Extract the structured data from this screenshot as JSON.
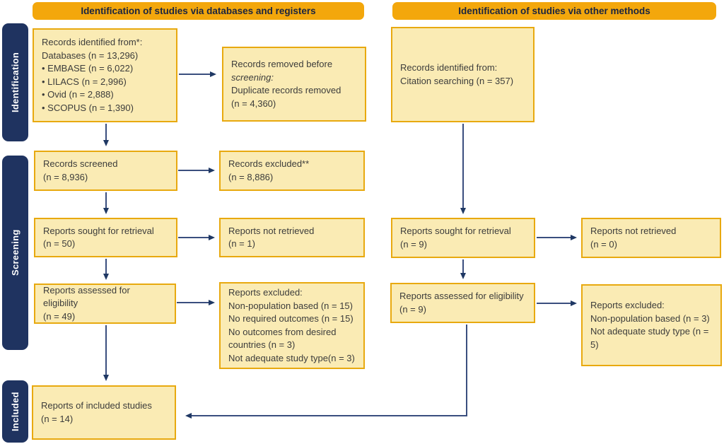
{
  "palette": {
    "header_bg": "#F3A70C",
    "box_bg": "#FAEBB4",
    "box_border": "#E8A90F",
    "sidebar_bg": "#1F3360",
    "arrow": "#3A4E7E",
    "arrowhead": "#1F3864",
    "box_text": "#3C3C3B",
    "header_text": "#1A2440"
  },
  "headers": {
    "left": "Identification of studies via databases and registers",
    "right": "Identification of studies via other methods"
  },
  "sidebar": {
    "identification": "Identification",
    "screening": "Screening",
    "included": "Included"
  },
  "boxes": {
    "db_identified": {
      "lines": [
        "Records identified from*:",
        "Databases (n = 13,296)",
        "• EMBASE (n = 6,022)",
        "• LILACS (n = 2,996)",
        "• Ovid (n = 2,888)",
        "• SCOPUS (n = 1,390)"
      ]
    },
    "records_removed": {
      "lines": [
        "Records removed before",
        "screening:",
        "Duplicate records removed",
        "(n = 4,360)"
      ]
    },
    "records_screened": {
      "lines": [
        "Records screened",
        "(n = 8,936)"
      ]
    },
    "records_excluded": {
      "lines": [
        "Records excluded**",
        "(n = 8,886)"
      ]
    },
    "reports_sought_db": {
      "lines": [
        "Reports sought for retrieval",
        "(n = 50)"
      ]
    },
    "reports_not_retrieved_db": {
      "lines": [
        "Reports not retrieved",
        "(n = 1)"
      ]
    },
    "reports_assessed_db": {
      "lines": [
        "Reports assessed for eligibility",
        "(n = 49)"
      ]
    },
    "reports_excluded_db": {
      "lines": [
        "Reports excluded:",
        "Non-population based (n = 15)",
        "No required outcomes (n = 15)",
        "No outcomes from desired",
        "countries (n = 3)",
        "Not adequate study type(n = 3)"
      ]
    },
    "included_studies": {
      "lines": [
        "Reports of included studies",
        "(n = 14)"
      ]
    },
    "citation_identified": {
      "lines": [
        "Records identified from:",
        "Citation searching (n = 357)"
      ]
    },
    "reports_sought_other": {
      "lines": [
        "Reports sought for retrieval",
        "(n = 9)"
      ]
    },
    "reports_not_retrieved_other": {
      "lines": [
        "Reports not retrieved",
        "(n = 0)"
      ]
    },
    "reports_assessed_other": {
      "lines": [
        "Reports assessed for eligibility",
        "(n = 9)"
      ]
    },
    "reports_excluded_other": {
      "lines": [
        "Reports excluded:",
        "Non-population based (n = 3)",
        "Not adequate study type (n = 5)"
      ]
    }
  }
}
